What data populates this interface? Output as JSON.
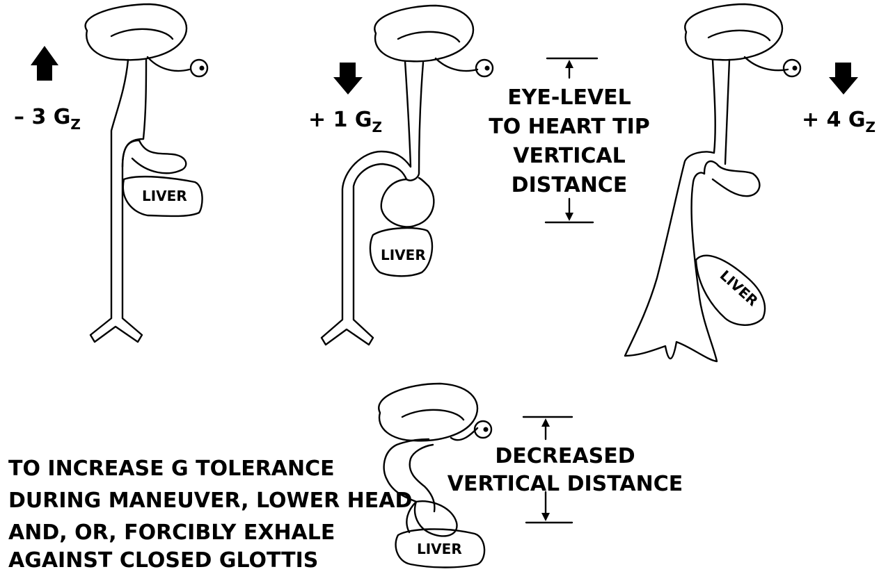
{
  "panels": [
    {
      "g_value": "– 3 G",
      "g_sub": "Z",
      "arrow": "up",
      "liver_label": "LIVER"
    },
    {
      "g_value": "+ 1 G",
      "g_sub": "Z",
      "arrow": "down",
      "liver_label": "LIVER"
    },
    {
      "g_value": "+ 4 G",
      "g_sub": "Z",
      "arrow": "down",
      "liver_label": "LIVER"
    }
  ],
  "eye_level_label": [
    "EYE-LEVEL",
    "TO HEART TIP",
    "VERTICAL",
    "DISTANCE"
  ],
  "bottom_panel": {
    "liver_label": "LIVER",
    "distance_label": [
      "DECREASED",
      "VERTICAL DISTANCE"
    ]
  },
  "instruction": [
    "TO INCREASE G TOLERANCE",
    "DURING MANEUVER, LOWER HEAD",
    "AND, OR, FORCIBLY EXHALE",
    "AGAINST CLOSED GLOTTIS"
  ]
}
